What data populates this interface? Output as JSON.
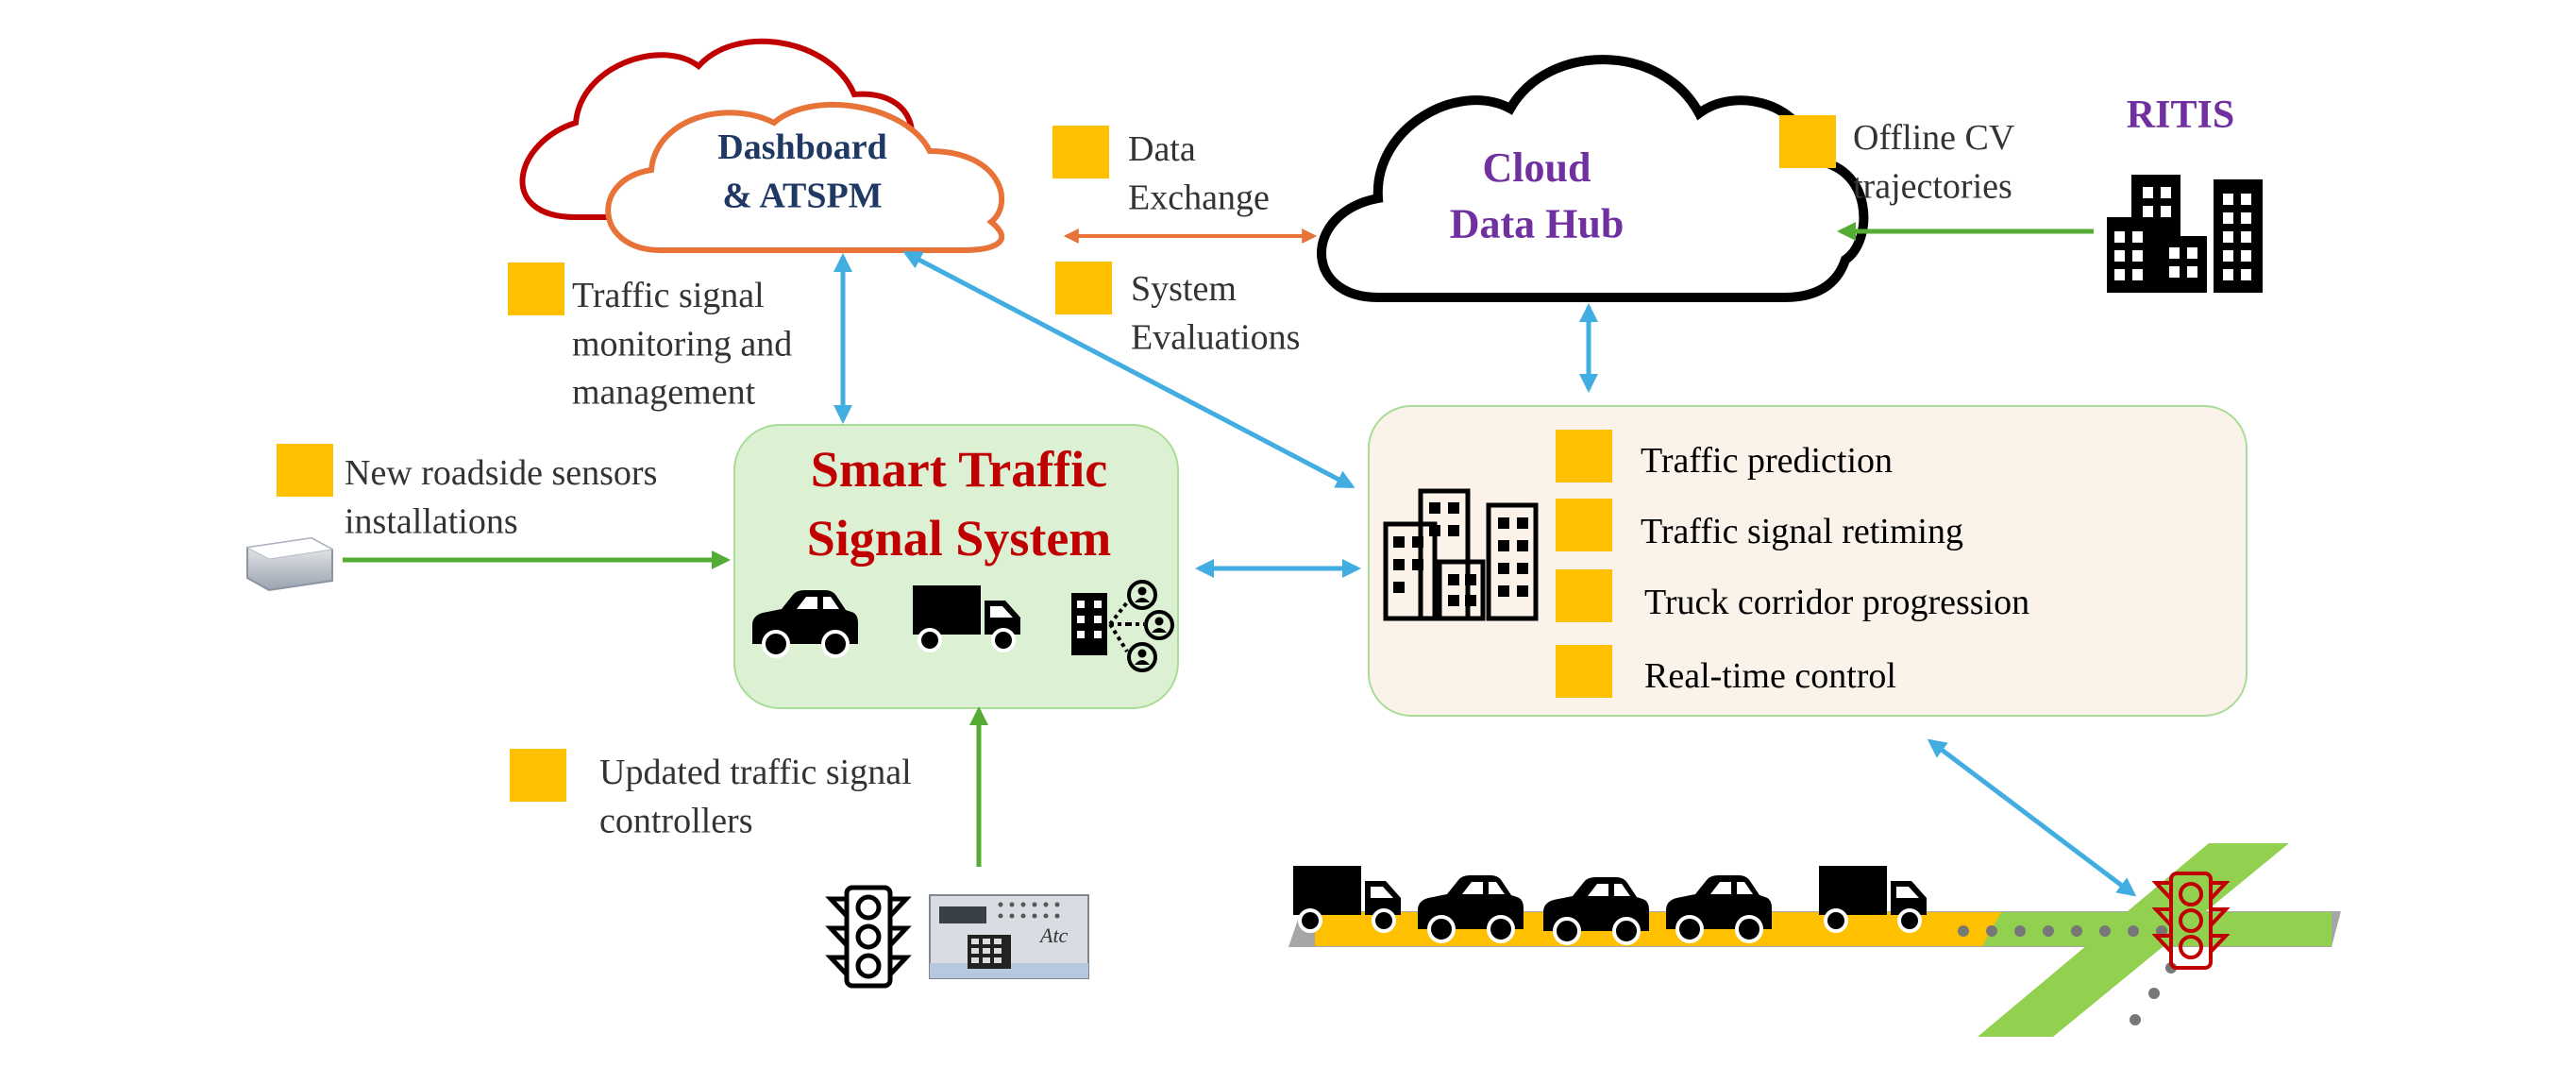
{
  "clouds": {
    "dashboard": "Dashboard\n& ATSPM",
    "hub": "Cloud\nData Hub"
  },
  "ritis": "RITIS",
  "labels": {
    "data_exchange": "Data\nExchange",
    "system_evaluations": "System\nEvaluations",
    "offline_cv": "Offline CV\ntrajectories",
    "monitoring": "Traffic signal\nmonitoring and\nmanagement",
    "sensors": "New roadside sensors\ninstallations",
    "controllers": "Updated traffic signal\ncontrollers"
  },
  "smart_system_title": "Smart Traffic\nSignal System",
  "applications": [
    "Traffic prediction",
    "Traffic signal retiming",
    "Truck corridor progression",
    "Real-time control"
  ],
  "controller_brand": "Atc",
  "colors": {
    "marker": "#ffc000",
    "blue_arrow": "#41ade0",
    "green_arrow": "#54ac34",
    "orange_arrow": "#e87339",
    "purple": "#7030a0",
    "dark_red": "#c00000",
    "navy": "#1f3864",
    "green_panel": "#dcf1d4",
    "peach_panel": "#fbf2ea"
  }
}
